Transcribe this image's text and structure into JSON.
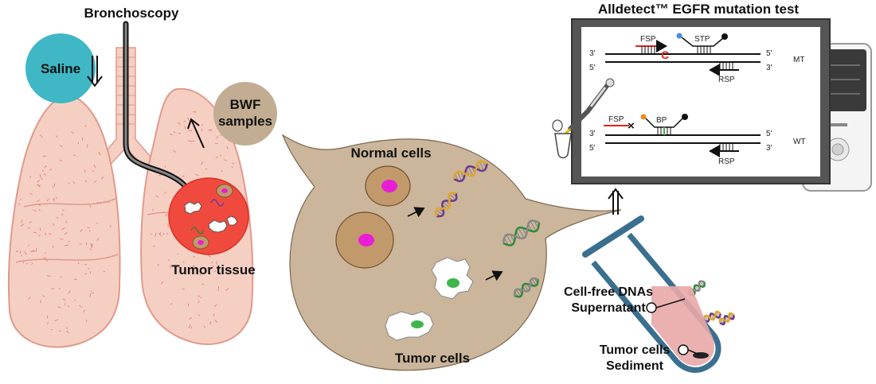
{
  "labels": {
    "bronchoscopy": "Bronchoscopy",
    "saline": "Saline",
    "bwf_line1": "BWF",
    "bwf_line2": "samples",
    "tumor_tissue": "Tumor tissue",
    "normal_cells": "Normal cells",
    "tumor_cells": "Tumor cells",
    "test_title": "Alldetect™ EGFR mutation test",
    "cfdna_line1": "Cell-free DNAs",
    "cfdna_line2": "Supernatant",
    "sediment_line1": "Tumor cells",
    "sediment_line2": "Sediment"
  },
  "assay": {
    "mt": {
      "fsp": "FSP",
      "probe": "STP",
      "mismatch": "C",
      "rsp": "RSP",
      "tag": "MT",
      "left_top": "3'",
      "left_bottom": "5'",
      "right_top": "5'",
      "right_bottom": "3'"
    },
    "wt": {
      "fsp": "FSP",
      "block": "×",
      "probe": "BP",
      "rsp": "RSP",
      "tag": "WT",
      "left_top": "3'",
      "left_bottom": "5'",
      "right_top": "5'",
      "right_bottom": "3'"
    }
  },
  "colors": {
    "saline": "#3fb7c4",
    "bwf": "#c2ad92",
    "lung_fill": "#f6cfc3",
    "lung_stroke": "#e09a8c",
    "tumor": "#f04a3f",
    "cell_cyto": "#c2996a",
    "cell_nucleus": "#e81ed6",
    "tumor_nucleus": "#3fb54a",
    "sac": "#cbb59b",
    "tube_outline": "#3a6f8f",
    "supernatant": "#e9a8a8",
    "red_primer": "#e0261f",
    "stp_dot": "#4a8bd6",
    "bp_dot": "#f08a24"
  }
}
